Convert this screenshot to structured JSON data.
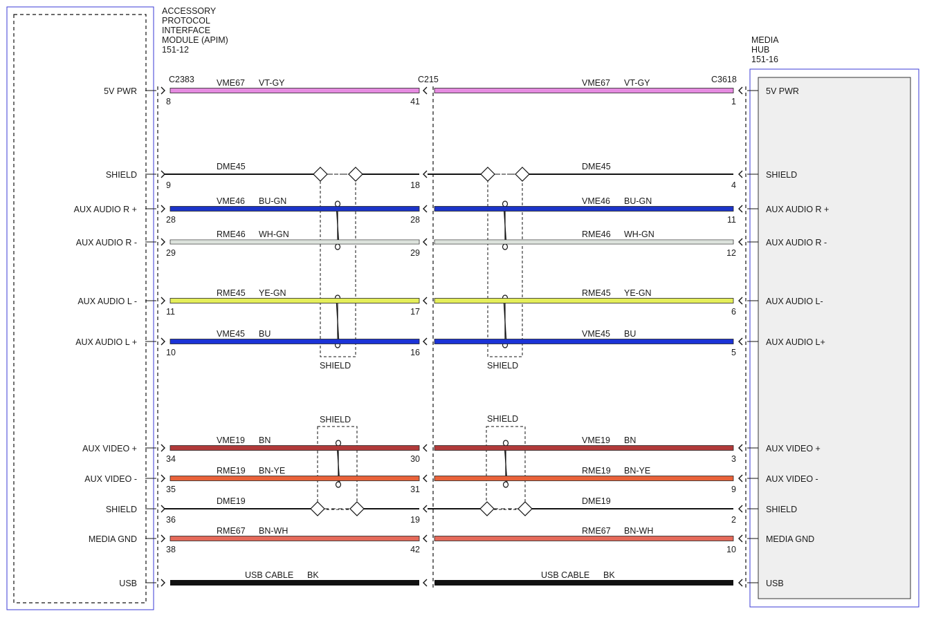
{
  "modules": {
    "left": {
      "title_lines": [
        "ACCESSORY",
        "PROTOCOL",
        "INTERFACE",
        "MODULE (APIM)",
        "151-12"
      ]
    },
    "right": {
      "title_lines": [
        "MEDIA",
        "HUB",
        "151-16"
      ]
    }
  },
  "connectors": {
    "left": "C2383",
    "middle": "C215",
    "right": "C3618"
  },
  "shield_label": "SHIELD",
  "colors": {
    "module_border": "#3a3ad6",
    "VT-GY": "#e58be0",
    "BU-GN": "#1c34c8",
    "WH-GN": "#eef5ee",
    "YE-GN": "#e4ee5a",
    "BU": "#1b33d6",
    "BN": "#b13a3a",
    "BN-YE": "#e8623a",
    "BN-WH": "#e46a5a",
    "BK": "#111111",
    "DME": "#111111"
  },
  "wires": [
    {
      "pin_left": "5V PWR",
      "pin_right": "5V PWR",
      "circuit": "VME67",
      "color": "VT-GY",
      "left_num": "8",
      "mid_num": "41",
      "right_num": "1",
      "circuit_right": "VME67",
      "color_right": "VT-GY"
    },
    {
      "pin_left": "SHIELD",
      "pin_right": "SHIELD",
      "circuit": "DME45",
      "color": "",
      "left_num": "9",
      "mid_num": "18",
      "right_num": "4",
      "circuit_right": "DME45",
      "color_right": ""
    },
    {
      "pin_left": "AUX AUDIO R +",
      "pin_right": "AUX AUDIO R +",
      "circuit": "VME46",
      "color": "BU-GN",
      "left_num": "28",
      "mid_num": "28",
      "right_num": "11",
      "circuit_right": "VME46",
      "color_right": "BU-GN"
    },
    {
      "pin_left": "AUX AUDIO R -",
      "pin_right": "AUX AUDIO R -",
      "circuit": "RME46",
      "color": "WH-GN",
      "left_num": "29",
      "mid_num": "29",
      "right_num": "12",
      "circuit_right": "RME46",
      "color_right": "WH-GN"
    },
    {
      "pin_left": "AUX AUDIO L -",
      "pin_right": "AUX AUDIO L-",
      "circuit": "RME45",
      "color": "YE-GN",
      "left_num": "11",
      "mid_num": "17",
      "right_num": "6",
      "circuit_right": "RME45",
      "color_right": "YE-GN"
    },
    {
      "pin_left": "AUX AUDIO L +",
      "pin_right": "AUX AUDIO L+",
      "circuit": "VME45",
      "color": "BU",
      "left_num": "10",
      "mid_num": "16",
      "right_num": "5",
      "circuit_right": "VME45",
      "color_right": "BU"
    },
    {
      "pin_left": "AUX VIDEO +",
      "pin_right": "AUX VIDEO +",
      "circuit": "VME19",
      "color": "BN",
      "left_num": "34",
      "mid_num": "30",
      "right_num": "3",
      "circuit_right": "VME19",
      "color_right": "BN"
    },
    {
      "pin_left": "AUX VIDEO -",
      "pin_right": "AUX VIDEO -",
      "circuit": "RME19",
      "color": "BN-YE",
      "left_num": "35",
      "mid_num": "31",
      "right_num": "9",
      "circuit_right": "RME19",
      "color_right": "BN-YE"
    },
    {
      "pin_left": "SHIELD",
      "pin_right": "SHIELD",
      "circuit": "DME19",
      "color": "",
      "left_num": "36",
      "mid_num": "19",
      "right_num": "2",
      "circuit_right": "DME19",
      "color_right": ""
    },
    {
      "pin_left": "MEDIA GND",
      "pin_right": "MEDIA GND",
      "circuit": "RME67",
      "color": "BN-WH",
      "left_num": "38",
      "mid_num": "42",
      "right_num": "10",
      "circuit_right": "RME67",
      "color_right": "BN-WH"
    },
    {
      "pin_left": "USB",
      "pin_right": "USB",
      "circuit": "USB CABLE",
      "color": "BK",
      "left_num": "",
      "mid_num": "",
      "right_num": "",
      "circuit_right": "USB CABLE",
      "color_right": "BK"
    }
  ]
}
